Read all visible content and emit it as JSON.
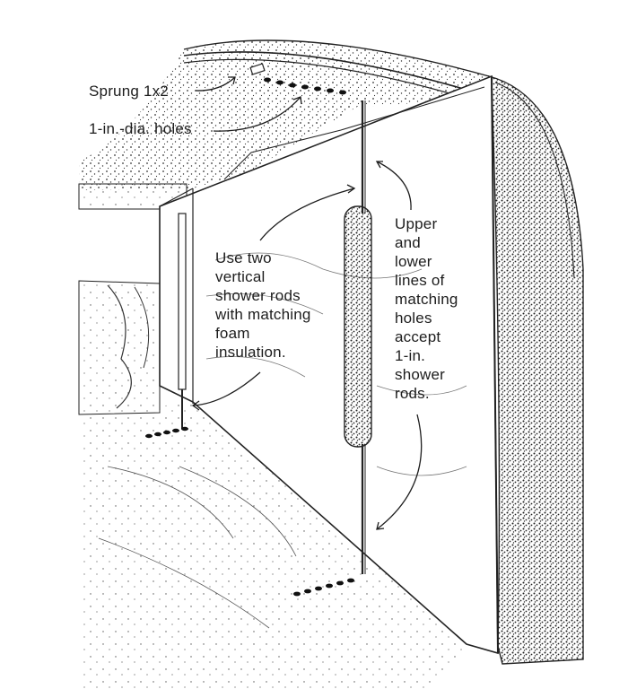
{
  "callouts": {
    "sprung": "Sprung 1x2",
    "holes": "1-in.-dia. holes",
    "rods": "Use two\nvertical\nshower rods\nwith matching\nfoam\ninsulation.",
    "lines": "Upper\nand\nlower\nlines of\nmatching\nholes\naccept\n1-in.\nshower\nrods."
  },
  "style": {
    "ink": "#1d1d1d",
    "background": "#ffffff"
  }
}
